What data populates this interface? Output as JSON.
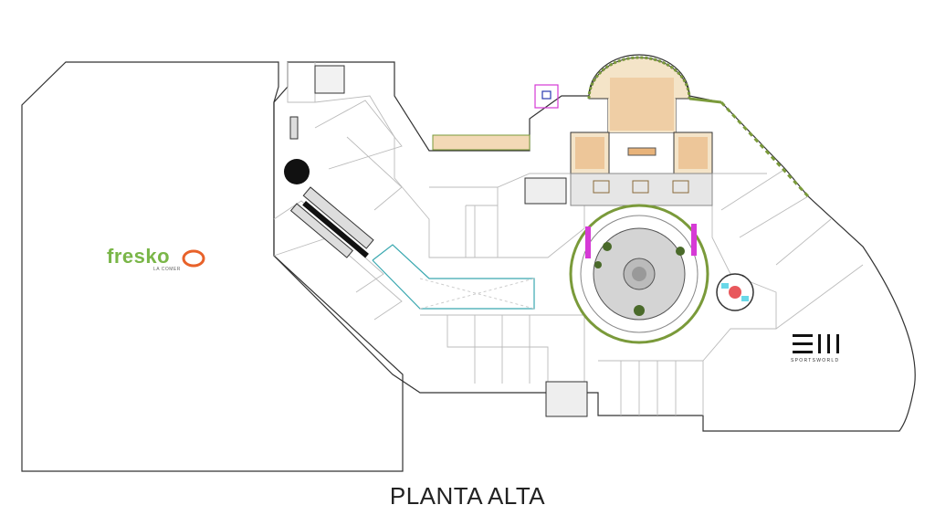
{
  "title": "PLANTA ALTA",
  "stores": {
    "fresko": {
      "name": "fresko",
      "subtitle": "LA COMER",
      "color": "#7ab648",
      "accent": "#e8622a"
    },
    "sportsworld": {
      "name": "SPORTSWORLD",
      "color": "#111111",
      "accent": "#d9534f"
    }
  },
  "colors": {
    "walls": "#333333",
    "food_court_tables": "#e8b37a",
    "planters": "#7a9a3a",
    "highlight": "#d63ad6",
    "cyan": "#3cc8d8"
  }
}
